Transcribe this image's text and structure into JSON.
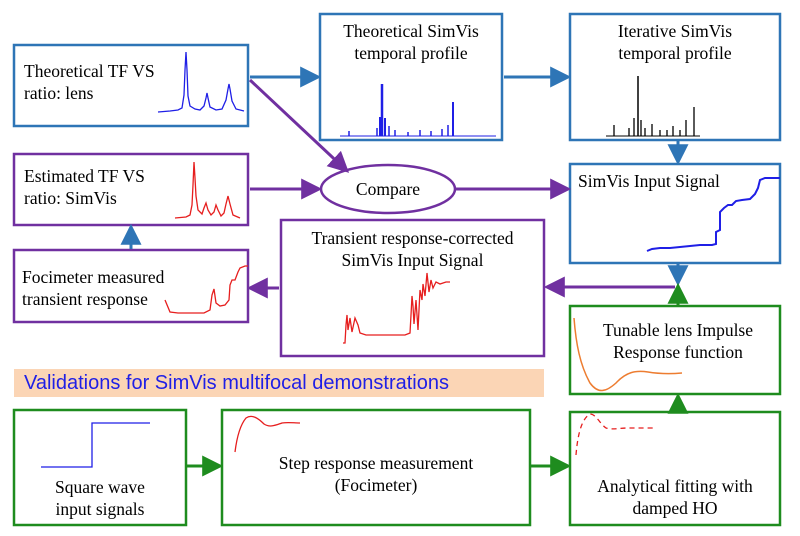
{
  "colors": {
    "blue_box": "#2E75B6",
    "purple_box": "#7030A0",
    "green_box": "#1E8C1E",
    "blue_plot": "#1F1FE6",
    "red_plot": "#E61E1E",
    "orange_plot": "#ED7D31",
    "banner_bg": "#FBD5B5",
    "banner_text": "#1F1FE6"
  },
  "nodes": {
    "theo_tf": {
      "lines": [
        "Theoretical TF VS",
        "ratio: lens"
      ]
    },
    "theo_temporal": {
      "lines": [
        "Theoretical SimVis",
        "temporal profile"
      ]
    },
    "iter_temporal": {
      "lines": [
        "Iterative SimVis",
        "temporal profile"
      ]
    },
    "est_tf": {
      "lines": [
        "Estimated TF VS",
        "ratio: SimVis"
      ]
    },
    "compare": {
      "lines": [
        "Compare"
      ]
    },
    "simvis_input": {
      "lines": [
        "SimVis Input Signal"
      ]
    },
    "foci_transient": {
      "lines": [
        "Focimeter measured",
        "transient response"
      ]
    },
    "transient_corrected": {
      "lines": [
        "Transient response-corrected",
        "SimVis Input Signal"
      ]
    },
    "impulse": {
      "lines": [
        "Tunable lens Impulse",
        "Response function"
      ]
    },
    "square_wave": {
      "lines": [
        "Square wave",
        "input signals"
      ]
    },
    "step_response": {
      "lines": [
        "Step response measurement",
        "(Focimeter)"
      ]
    },
    "analytical": {
      "lines": [
        "Analytical fitting with",
        "damped HO"
      ]
    }
  },
  "banner": {
    "text": "Validations for SimVis multifocal demonstrations"
  }
}
